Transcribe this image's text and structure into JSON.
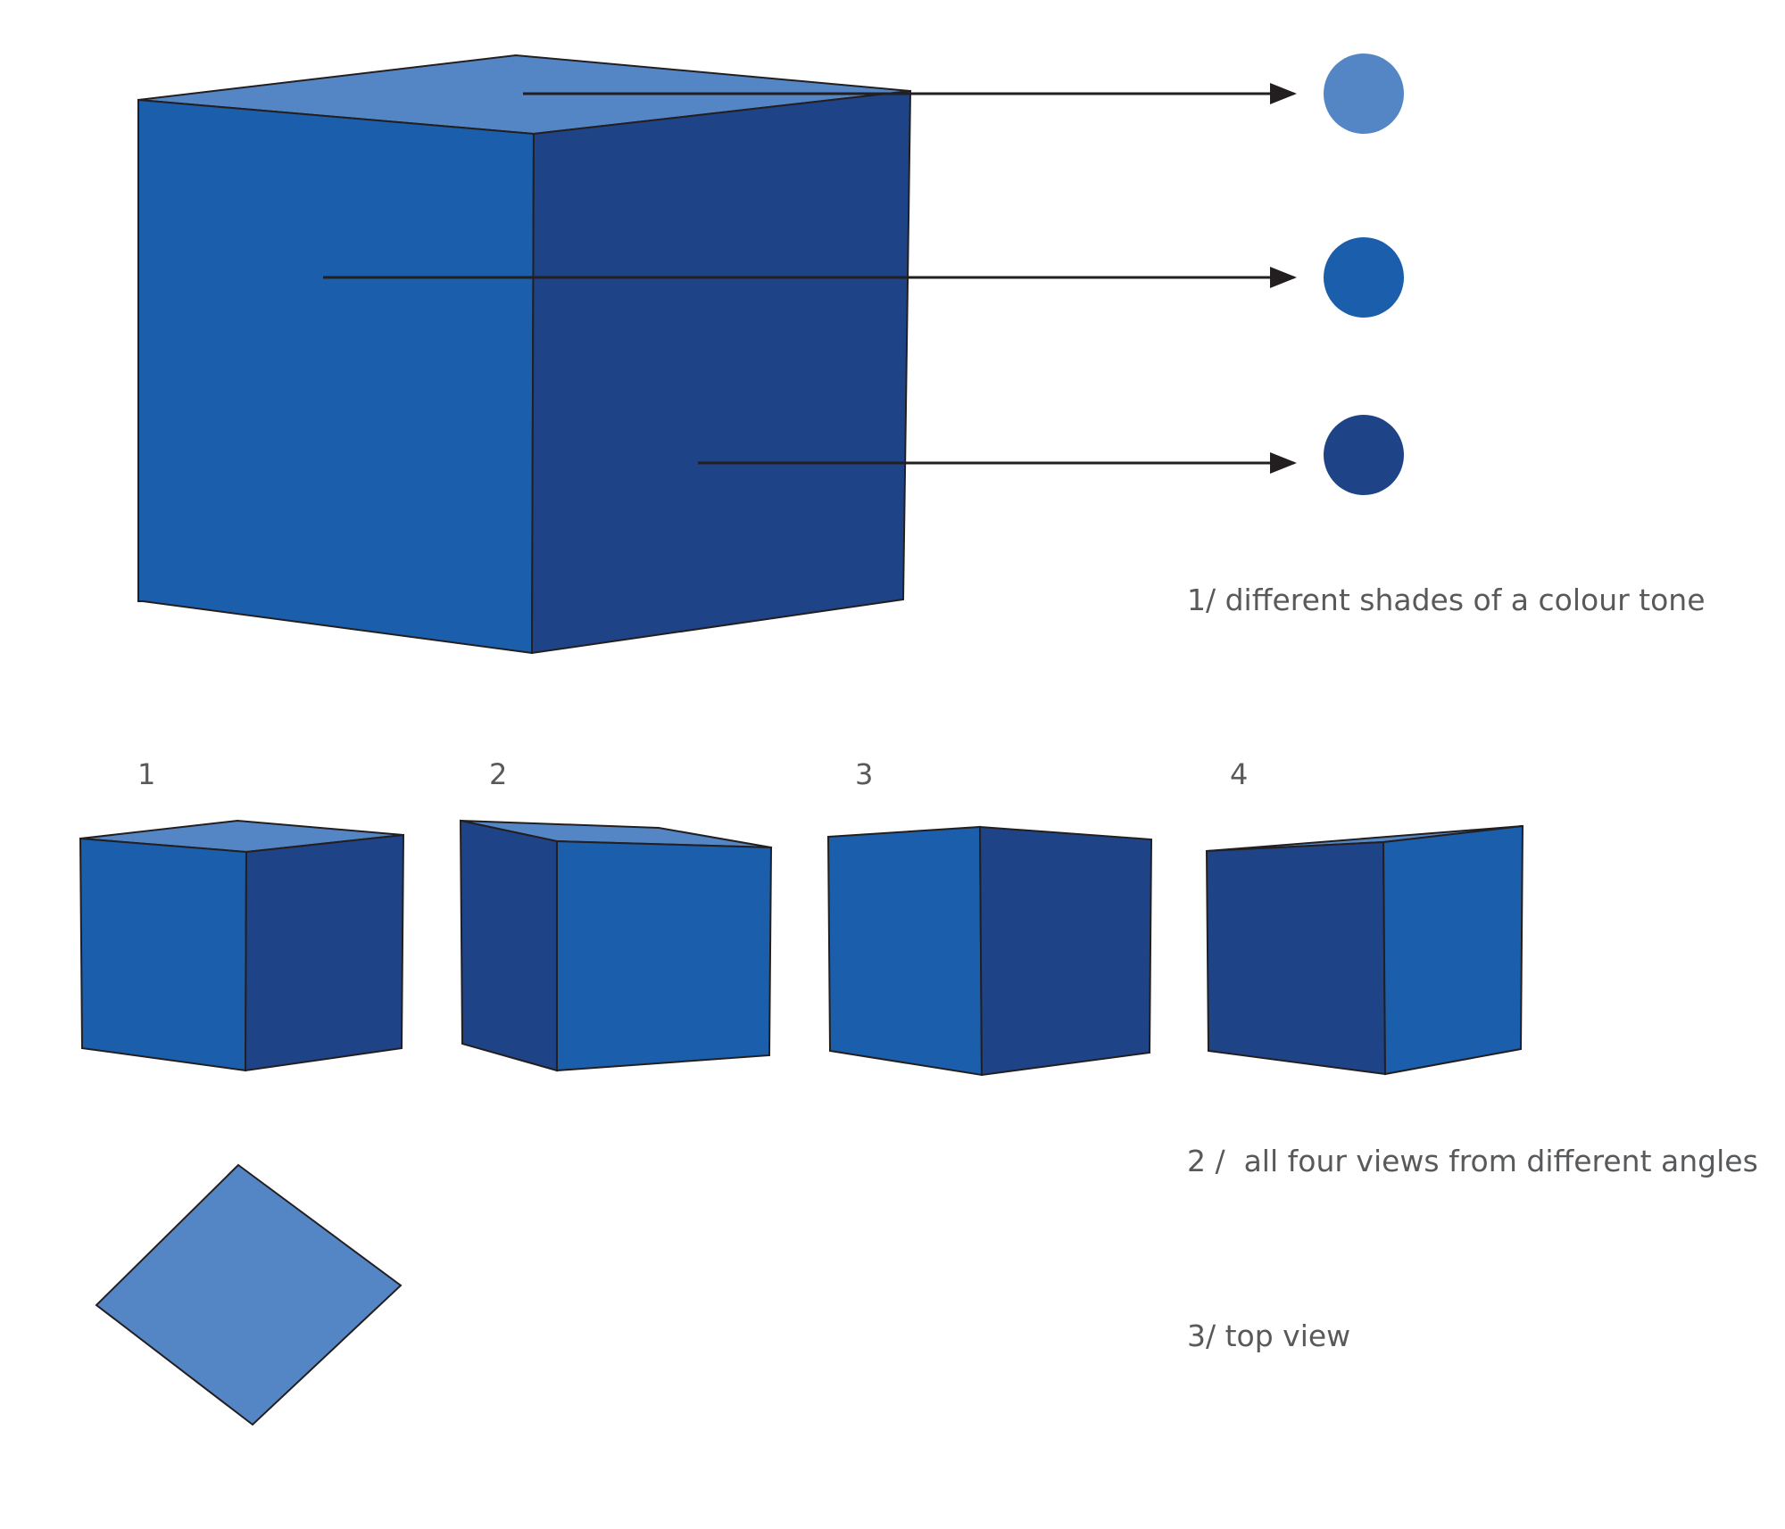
{
  "colors": {
    "light": "#5486c6",
    "medium": "#1b5eab",
    "dark": "#1e4487",
    "line": "#231f20",
    "text": "#58595b"
  },
  "captions": {
    "shades": "1/ different shades of a colour tone",
    "views": "2 /  all four views from different angles",
    "top": "3/ top view"
  },
  "view_numbers": [
    "1",
    "2",
    "3",
    "4"
  ],
  "swatches": [
    {
      "name": "light",
      "color": "#5486c6"
    },
    {
      "name": "medium",
      "color": "#1b5eab"
    },
    {
      "name": "dark",
      "color": "#1e4487"
    }
  ]
}
